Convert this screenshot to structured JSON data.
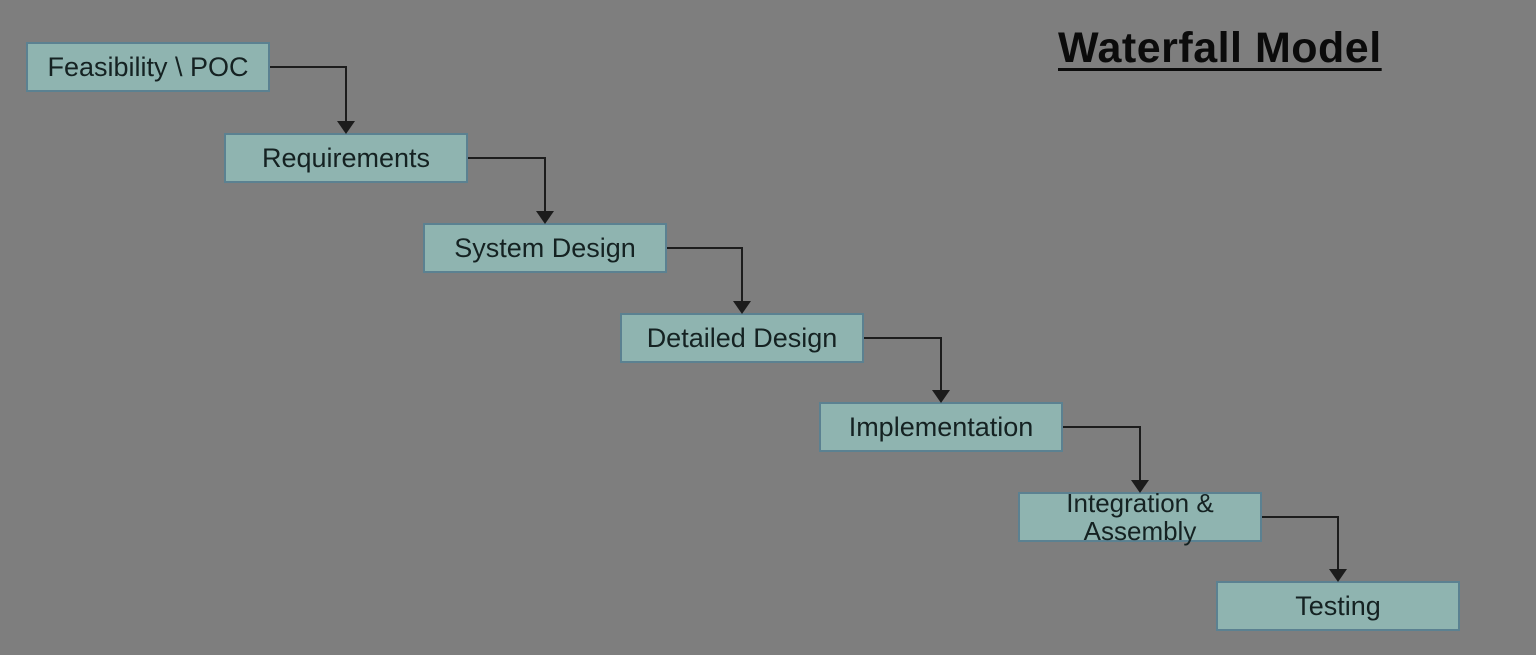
{
  "title": "Waterfall Model",
  "diagram": {
    "stages": [
      {
        "label": "Feasibility \\ POC"
      },
      {
        "label": "Requirements"
      },
      {
        "label": "System Design"
      },
      {
        "label": "Detailed Design"
      },
      {
        "label": "Implementation"
      },
      {
        "label": "Integration & Assembly"
      },
      {
        "label": "Testing"
      }
    ]
  },
  "colors": {
    "background": "#7e7e7e",
    "box_fill": "#8fb4b0",
    "box_border": "#5b8191",
    "arrow": "#1c1c1c",
    "box_text": "#152222",
    "title_text": "#0b0b0b"
  }
}
